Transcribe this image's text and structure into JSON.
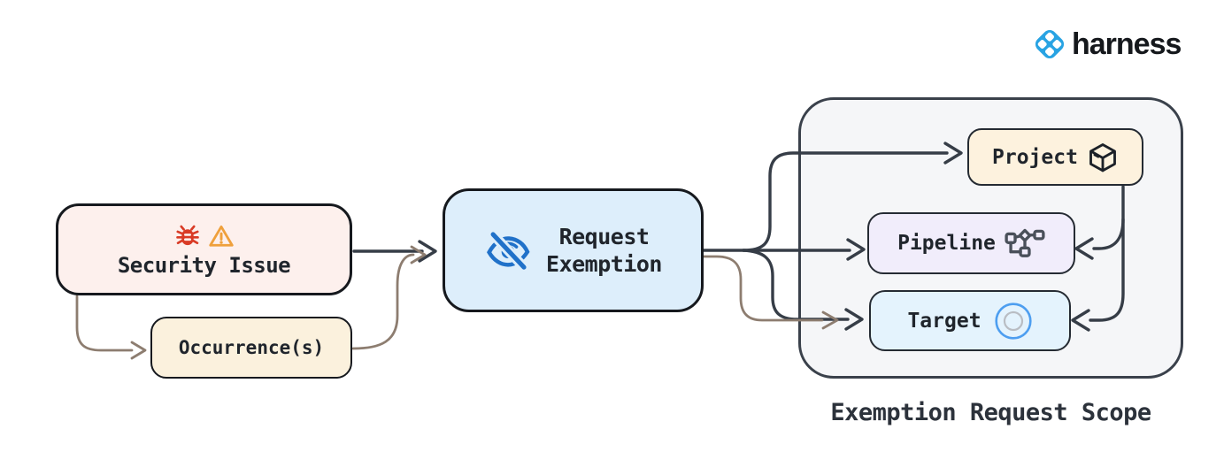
{
  "logo": {
    "brand": "harness",
    "icon": "harness-logo-icon",
    "color": "#28a3e3"
  },
  "nodes": {
    "security_issue": {
      "label": "Security Issue",
      "icons": [
        "bug-icon",
        "warning-icon"
      ],
      "bg": "#fdf0ed"
    },
    "occurrences": {
      "label": "Occurrence(s)",
      "bg": "#fbf1dd"
    },
    "request_exemption": {
      "label_lines": [
        "Request",
        "Exemption"
      ],
      "icon": "eye-off-icon",
      "bg": "#ddeefb"
    },
    "project": {
      "label": "Project",
      "icon": "package-icon",
      "bg": "#fdf2de"
    },
    "pipeline": {
      "label": "Pipeline",
      "icon": "pipeline-icon",
      "bg": "#f1edfb"
    },
    "target": {
      "label": "Target",
      "icon": "target-icon",
      "bg": "#e4f3fd"
    }
  },
  "scope": {
    "caption": "Exemption Request Scope",
    "bg": "#f5f6f8"
  },
  "edges": [
    {
      "from": "security_issue",
      "to": "request_exemption",
      "color": "dark"
    },
    {
      "from": "security_issue",
      "to": "occurrences",
      "color": "brown"
    },
    {
      "from": "occurrences",
      "to": "request_exemption",
      "color": "brown"
    },
    {
      "from": "request_exemption",
      "to": "project",
      "color": "dark"
    },
    {
      "from": "request_exemption",
      "to": "pipeline",
      "color": "dark"
    },
    {
      "from": "request_exemption",
      "to": "target",
      "color": "dark"
    },
    {
      "from": "request_exemption",
      "to": "target",
      "color": "brown"
    },
    {
      "from": "project",
      "to": "pipeline",
      "color": "dark"
    },
    {
      "from": "project",
      "to": "target",
      "color": "dark"
    }
  ],
  "colors": {
    "stroke_dark": "#363d47",
    "stroke_brown": "#8d7d70",
    "bug_red": "#d93b26",
    "warning_orange": "#efa03c",
    "eye_blue": "#2071c9",
    "target_blue": "#4d9ef0",
    "target_inner": "#b9bdc3",
    "logo_blue": "#28a3e3"
  }
}
